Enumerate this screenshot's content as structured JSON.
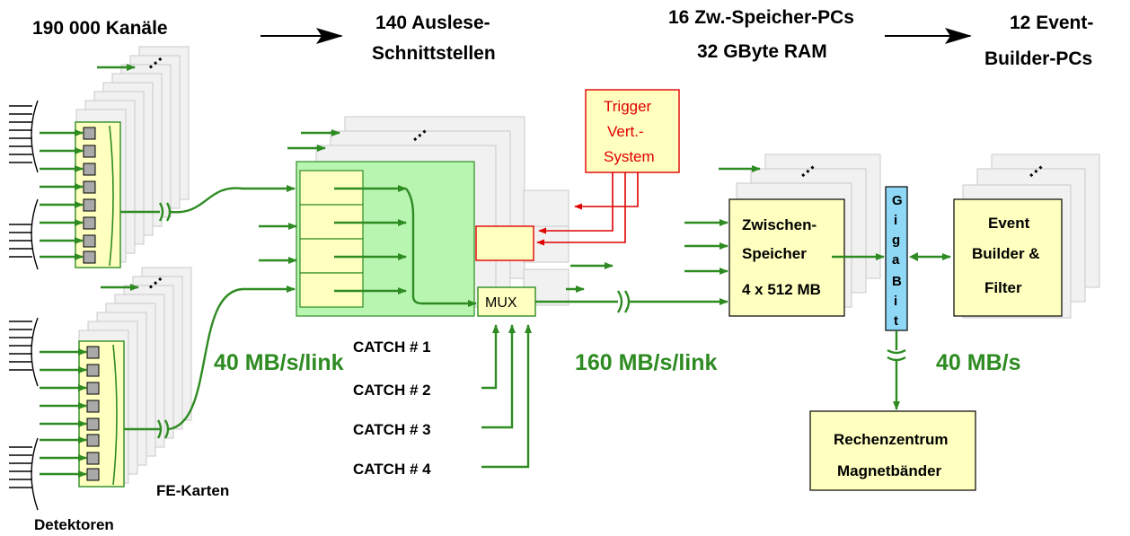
{
  "header": {
    "channels": "190 000  Kanäle",
    "interfaces_line1": "140  Auslese-",
    "interfaces_line2": "Schnittstellen",
    "buffer_line1": "16 Zw.-Speicher-PCs",
    "buffer_line2": "32 GByte RAM",
    "event_line1": "12 Event-",
    "event_line2": "Builder-PCs"
  },
  "labels": {
    "detectors": "Detektoren",
    "fe_cards": "FE-Karten",
    "catch1": "CATCH # 1",
    "catch2": "CATCH # 2",
    "catch3": "CATCH # 3",
    "catch4": "CATCH # 4",
    "mux": "MUX"
  },
  "trigger": {
    "line1": "Trigger",
    "line2": "Vert.-",
    "line3": "System"
  },
  "buffer_box": {
    "line1": "Zwischen-",
    "line2": "Speicher",
    "line3": "4 x 512 MB"
  },
  "gigabit": [
    "G",
    "i",
    "g",
    "a",
    "B",
    "i",
    "t"
  ],
  "event_box": {
    "line1": "Event",
    "line2": "Builder &",
    "line3": "Filter"
  },
  "center_box": {
    "line1": "Rechenzentrum",
    "line2": "Magnetbänder"
  },
  "rates": {
    "link_fe": "40 MB/s/link",
    "link_catch": "160 MB/s/link",
    "gigabit_out": "40 MB/s"
  },
  "colors": {
    "green": "#2e8b22",
    "red": "#e00000",
    "yellow_box": "#ffffc0",
    "green_box": "#b8f5b0",
    "gigabit_blue": "#8fd8f5"
  }
}
